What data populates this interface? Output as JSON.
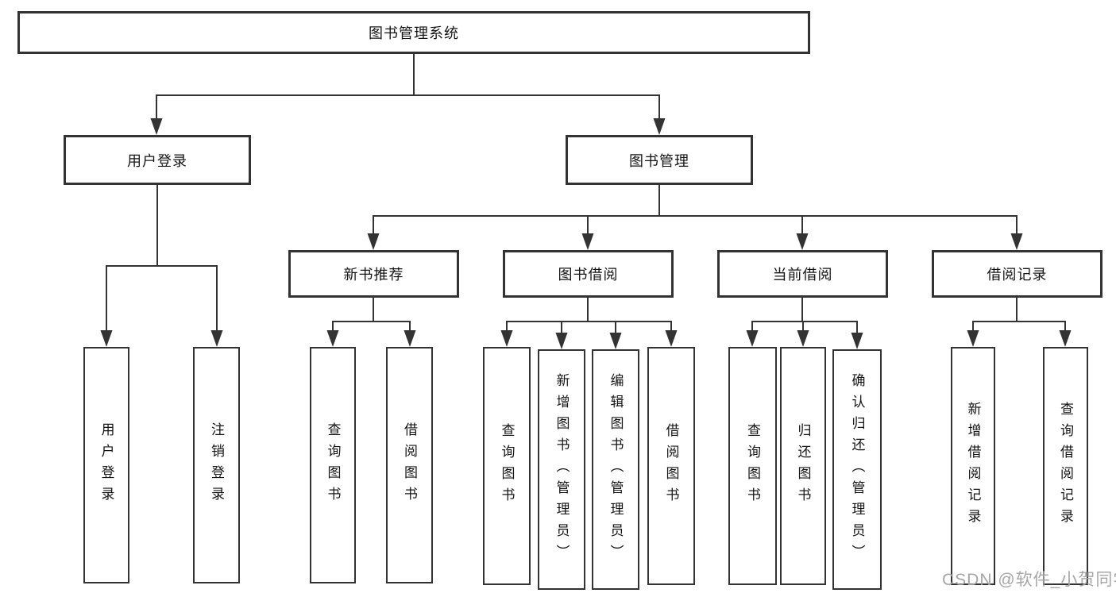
{
  "colors": {
    "line": "#333333",
    "box_border": "#333333",
    "text": "#141414",
    "watermark": "#a6a6a6",
    "background": "#ffffff"
  },
  "watermark": "CSDN @软件_小贺同学",
  "tree": {
    "label": "图书管理系统",
    "children": [
      {
        "label": "用户登录",
        "children": [
          {
            "label": "用户登录"
          },
          {
            "label": "注销登录"
          }
        ]
      },
      {
        "label": "图书管理",
        "children": [
          {
            "label": "新书推荐",
            "children": [
              {
                "label": "查询图书"
              },
              {
                "label": "借阅图书"
              }
            ]
          },
          {
            "label": "图书借阅",
            "children": [
              {
                "label": "查询图书"
              },
              {
                "label": "新增图书（管理员）"
              },
              {
                "label": "编辑图书（管理员）"
              },
              {
                "label": "借阅图书"
              }
            ]
          },
          {
            "label": "当前借阅",
            "children": [
              {
                "label": "查询图书"
              },
              {
                "label": "归还图书"
              },
              {
                "label": "确认归还（管理员）"
              }
            ]
          },
          {
            "label": "借阅记录",
            "children": [
              {
                "label": "新增借阅记录"
              },
              {
                "label": "查询借阅记录"
              }
            ]
          }
        ]
      }
    ]
  }
}
